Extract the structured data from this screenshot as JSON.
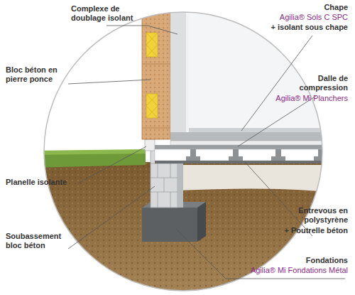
{
  "diagram": {
    "labels": [
      "Complexe de doublage isolant",
      "Chape",
      "Agilia® Sols C SPC",
      "+ isolant sous chape",
      "Bloc béton en pierre ponce",
      "Dalle de compression",
      "Agilia® Mi Planchers",
      "Planelle isolante",
      "Entrevous en polystyrène",
      "+ Poutrelle béton",
      "Soubassement bloc béton",
      "Fondations",
      "Agilia® Mi Fondations Métal"
    ]
  }
}
